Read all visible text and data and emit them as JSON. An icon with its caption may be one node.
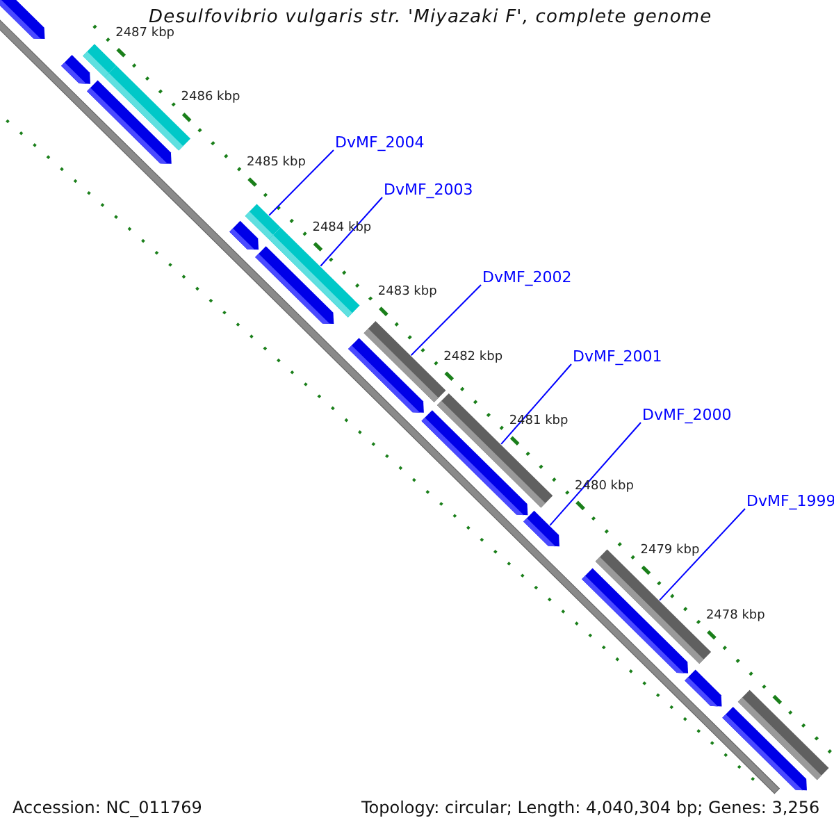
{
  "diagram": {
    "title": "Desulfovibrio vulgaris str. 'Miyazaki F', complete genome",
    "nodes": [
      {
        "text": [
          "DvMF_2004"
        ]
      },
      {
        "text": [
          "DvMF_2003"
        ]
      },
      {
        "text": [
          "DvMF_2002"
        ]
      },
      {
        "text": [
          "DvMF_2001"
        ]
      },
      {
        "text": [
          "DvMF_2000"
        ]
      },
      {
        "text": [
          "DvMF_1999"
        ]
      },
      {
        "text": [],
        "shape": "arrow"
      },
      {
        "text": [],
        "shape": "bar"
      },
      {
        "text": [],
        "shape": "bar"
      },
      {
        "text": [],
        "shape": "arrow"
      },
      {
        "text": [],
        "shape": "arrow"
      },
      {
        "text": [],
        "shape": "bar"
      },
      {
        "text": [],
        "shape": "bar"
      },
      {
        "text": [],
        "shape": "arrow"
      },
      {
        "text": [],
        "shape": "arrow"
      },
      {
        "text": [],
        "shape": "bar"
      },
      {
        "text": [],
        "shape": "arrow"
      },
      {
        "text": [],
        "shape": "bar"
      },
      {
        "text": [],
        "shape": "arrow"
      },
      {
        "text": [],
        "shape": "arrow"
      },
      {
        "text": [],
        "shape": "bar"
      },
      {
        "text": [],
        "shape": "arrow"
      },
      {
        "text": [],
        "shape": "arrow"
      },
      {
        "text": [],
        "shape": "bar"
      },
      {
        "text": [],
        "shape": "arrow"
      }
    ],
    "edges": [
      {
        "from": 0,
        "to": 11,
        "arrow": "none"
      },
      {
        "from": 1,
        "to": 12,
        "arrow": "none"
      },
      {
        "from": 2,
        "to": 15,
        "arrow": "none"
      },
      {
        "from": 3,
        "to": 17,
        "arrow": "none"
      },
      {
        "from": 4,
        "to": 19,
        "arrow": "none"
      },
      {
        "from": 5,
        "to": 20,
        "arrow": "none"
      }
    ],
    "labels": [
      "2487 kbp",
      "2486 kbp",
      "2485 kbp",
      "2484 kbp",
      "2483 kbp",
      "2482 kbp",
      "2481 kbp",
      "2480 kbp",
      "2479 kbp",
      "2478 kbp",
      "Accession: NC_011769",
      "Topology: circular; Length: 4,040,304 bp; Genes: 3,256"
    ]
  }
}
